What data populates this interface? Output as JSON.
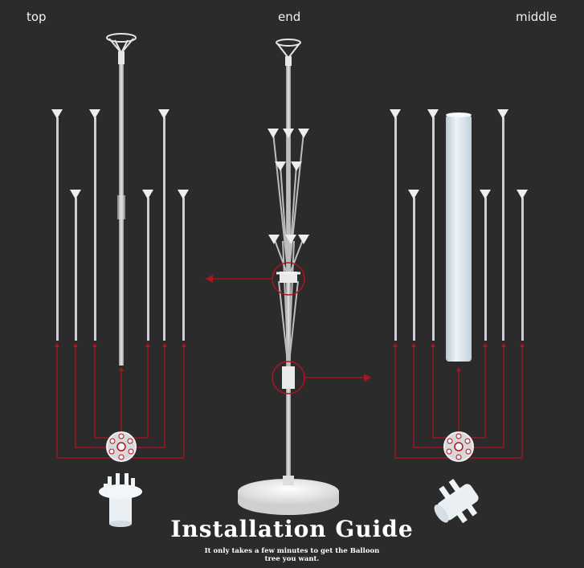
{
  "labels": {
    "left": "top",
    "center": "end",
    "right": "middle"
  },
  "title": "Installation Guide",
  "subtitle_line1": "It only takes a few minutes to get the Balloon",
  "subtitle_line2": "tree you want.",
  "colors": {
    "background": "#2b2b2b",
    "arrow": "#b3121f",
    "rod": "#cfcfcf",
    "part": "#e8eef2"
  }
}
